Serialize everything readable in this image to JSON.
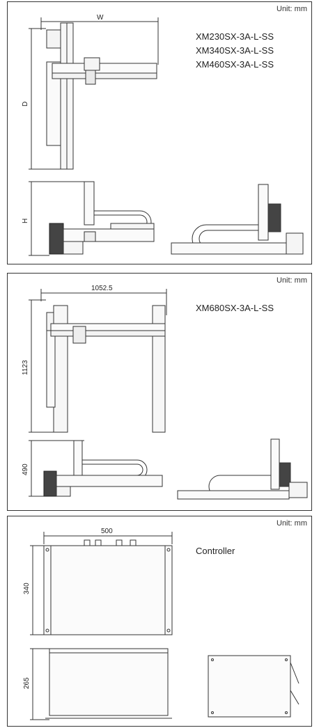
{
  "panels": [
    {
      "unit": "Unit: mm",
      "models": [
        "XM230SX-3A-L-SS",
        "XM340SX-3A-L-SS",
        "XM460SX-3A-L-SS"
      ],
      "dims": {
        "w": "W",
        "d": "D",
        "h": "H"
      }
    },
    {
      "unit": "Unit: mm",
      "models": [
        "XM680SX-3A-L-SS"
      ],
      "dims": {
        "w": "1052.5",
        "d": "1123",
        "h": "490"
      }
    },
    {
      "unit": "Unit: mm",
      "title": "Controller",
      "dims": {
        "w": "500",
        "d": "340",
        "h": "265"
      }
    }
  ]
}
